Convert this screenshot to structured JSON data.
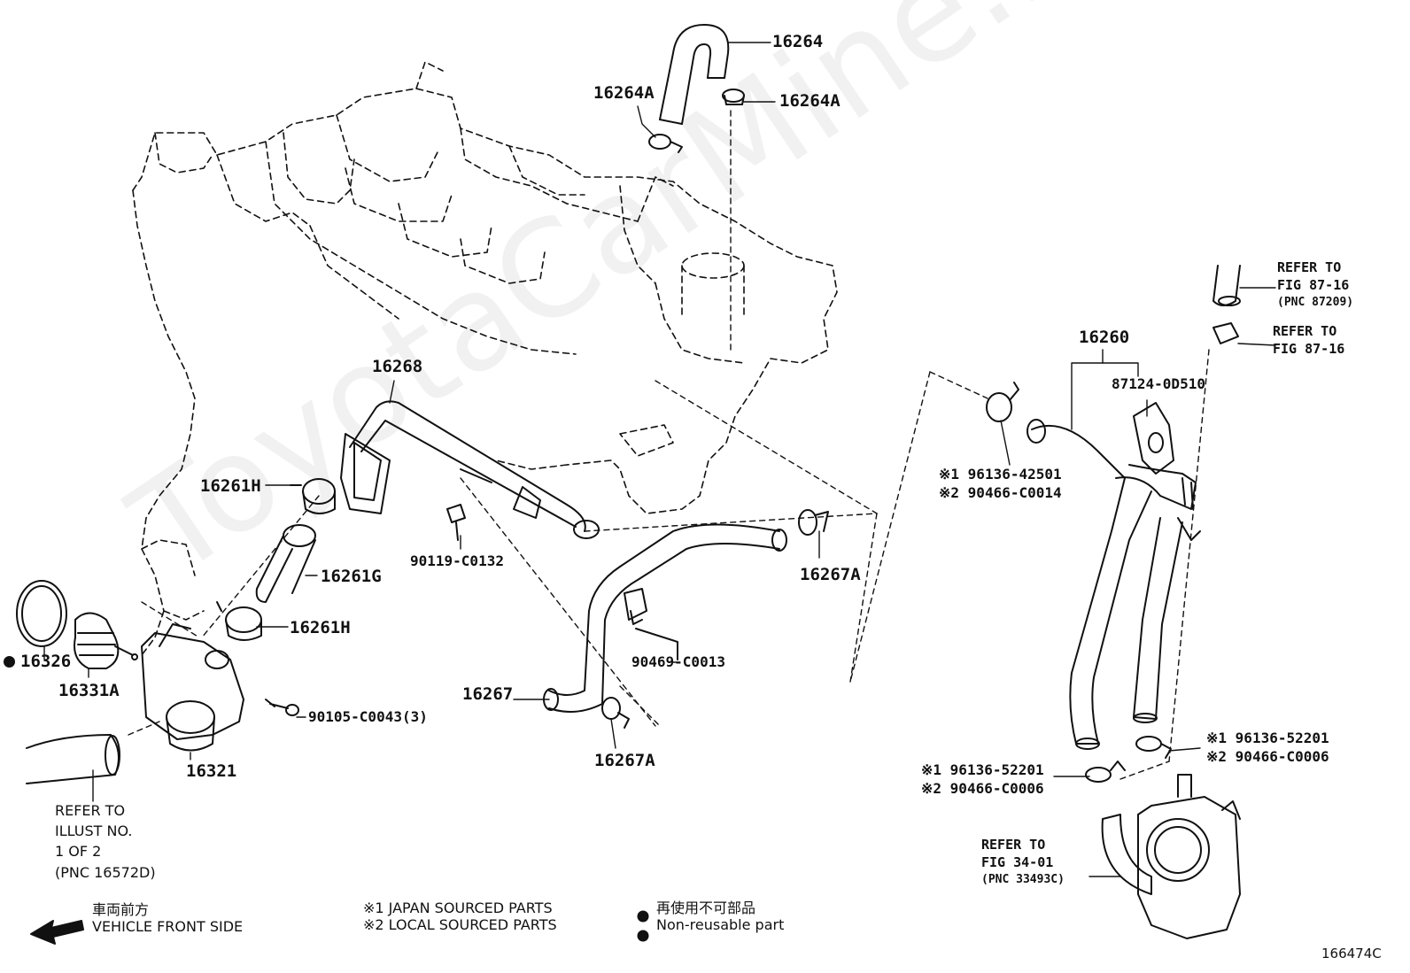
{
  "watermark": "ToyotaCarMine.ru",
  "figure_id": "166474C",
  "parts": {
    "p16264": "16264",
    "p16264A_left": "16264A",
    "p16264A_right": "16264A",
    "p16268": "16268",
    "p16261H_top": "16261H",
    "p16261G": "16261G",
    "p16261H_bottom": "16261H",
    "p16326": "16326",
    "p16331A": "16331A",
    "p16321": "16321",
    "p90119": "90119-C0132",
    "p90105": "90105-C0043(3)",
    "p90469": "90469-C0013",
    "p16267": "16267",
    "p16267A_right": "16267A",
    "p16267A_bottom": "16267A",
    "p16260": "16260",
    "p87124": "87124-0D510"
  },
  "refers": {
    "top_right_1": [
      "REFER TO",
      "FIG 87-16",
      "(PNC 87209)"
    ],
    "top_right_2": [
      "REFER TO",
      "FIG 87-16"
    ],
    "bottom_right": [
      "REFER TO",
      "FIG 34-01",
      "(PNC 33493C)"
    ],
    "bottom_left": [
      "REFER TO",
      "ILLUST NO.",
      "1 OF 2",
      "(PNC 16572D)"
    ]
  },
  "clamp_notes": {
    "upper": [
      "※1 96136-42501",
      "※2 90466-C0014"
    ],
    "right": [
      "※1 96136-52201",
      "※2 90466-C0006"
    ],
    "left": [
      "※1 96136-52201",
      "※2 90466-C0006"
    ]
  },
  "legend": {
    "direction_jp": "車両前方",
    "direction_en": "VEHICLE FRONT SIDE",
    "note1": "※1 JAPAN SOURCED PARTS",
    "note2": "※2 LOCAL SOURCED PARTS",
    "nonreuse_jp": "再使用不可部品",
    "nonreuse_en": "Non-reusable part"
  },
  "icons": {
    "front_arrow": "arrow-left-icon",
    "non_reusable_marker": "filled-circle-icon"
  }
}
